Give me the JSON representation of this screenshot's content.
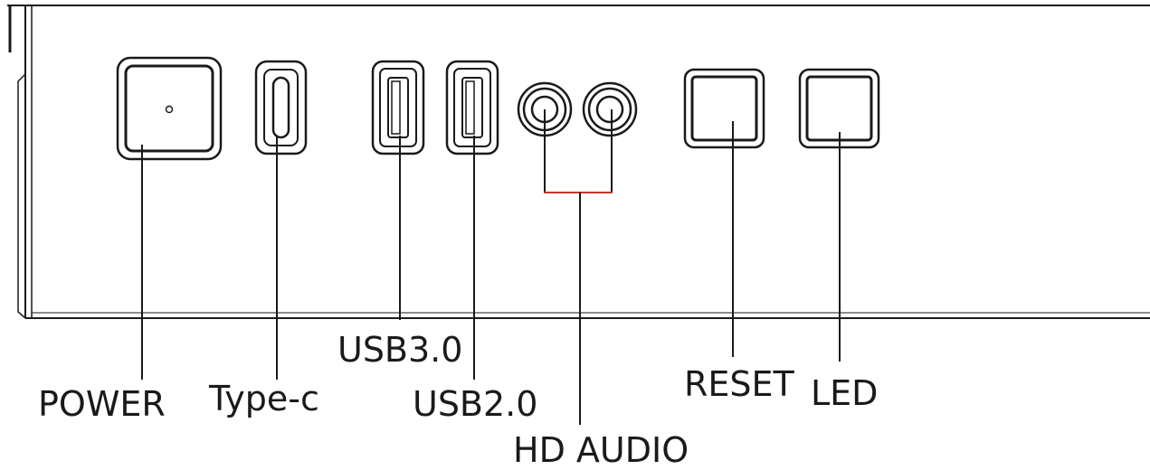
{
  "labels": {
    "power": "POWER",
    "type_c": "Type-c",
    "usb3": "USB3.0",
    "usb2": "USB2.0",
    "hd_audio": "HD AUDIO",
    "reset": "RESET",
    "led": "LED"
  },
  "colors": {
    "line": "#1a1a1a",
    "leader_audio_bridge": "#c0392b",
    "background": "#ffffff"
  }
}
